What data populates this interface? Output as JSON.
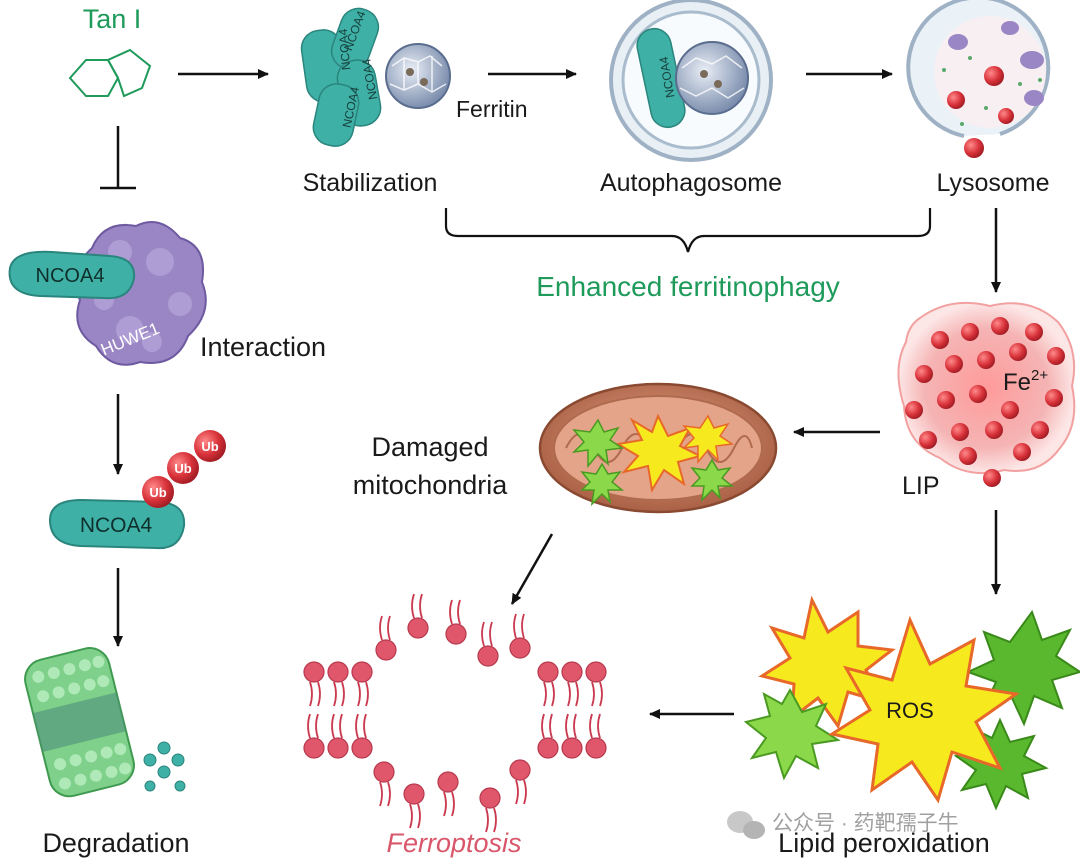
{
  "labels": {
    "drug": "Tan I",
    "stabilization": "Stabilization",
    "ferritin": "Ferritin",
    "autophagosome": "Autophagosome",
    "lysosome": "Lysosome",
    "enhanced": "Enhanced ferritinophagy",
    "interaction": "Interaction",
    "damaged_line1": "Damaged",
    "damaged_line2": "mitochondria",
    "lip": "LIP",
    "fe": "Fe",
    "fe_charge": "2+",
    "ros": "ROS",
    "degradation": "Degradation",
    "ferroptosis": "Ferroptosis",
    "lipid_peroxidation": "Lipid peroxidation",
    "watermark": "公众号 · 药靶孺子牛"
  },
  "proteins": {
    "ncoa4": "NCOA4",
    "huwe1": "HUWE1",
    "ub": "Ub"
  },
  "colors": {
    "green_text": "#1e9a5a",
    "ncoa4": "#3fb0a6",
    "huwe1": "#9a86c4",
    "iron": "#d8323a",
    "ros_yellow": "#f6ea1e",
    "ros_orange": "#e8682a",
    "ros_green": "#5ab82e",
    "lipid": "#e0566a",
    "mito": "#c07a5a",
    "ferroptosis_text": "#d9576b"
  }
}
